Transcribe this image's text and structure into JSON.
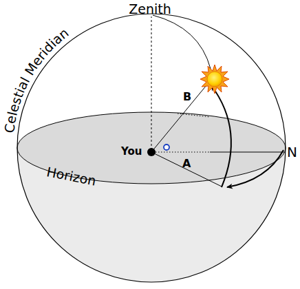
{
  "diagram": {
    "labels": [
      "Zenith",
      "Celestial Meridian",
      "Horizon",
      "You",
      "B",
      "A",
      "N"
    ]
  }
}
